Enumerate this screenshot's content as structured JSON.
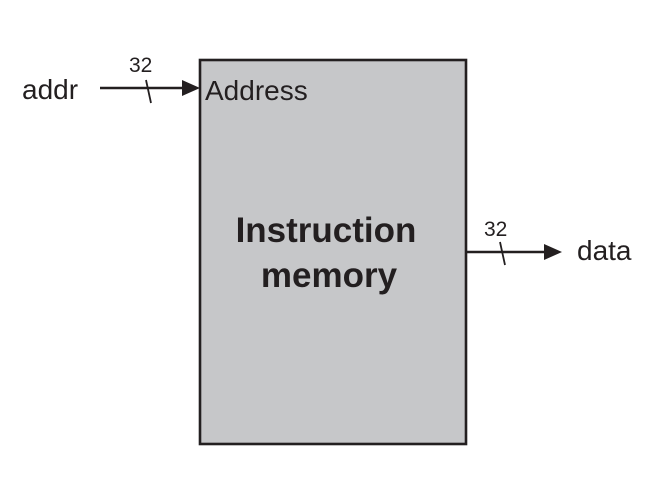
{
  "input": {
    "signal": "addr",
    "bus_width": "32",
    "port": "Address"
  },
  "block": {
    "title_line1": "Instruction",
    "title_line2": "memory",
    "fill": "#c6c7c9",
    "stroke": "#231f20"
  },
  "output": {
    "signal": "data",
    "bus_width": "32"
  }
}
